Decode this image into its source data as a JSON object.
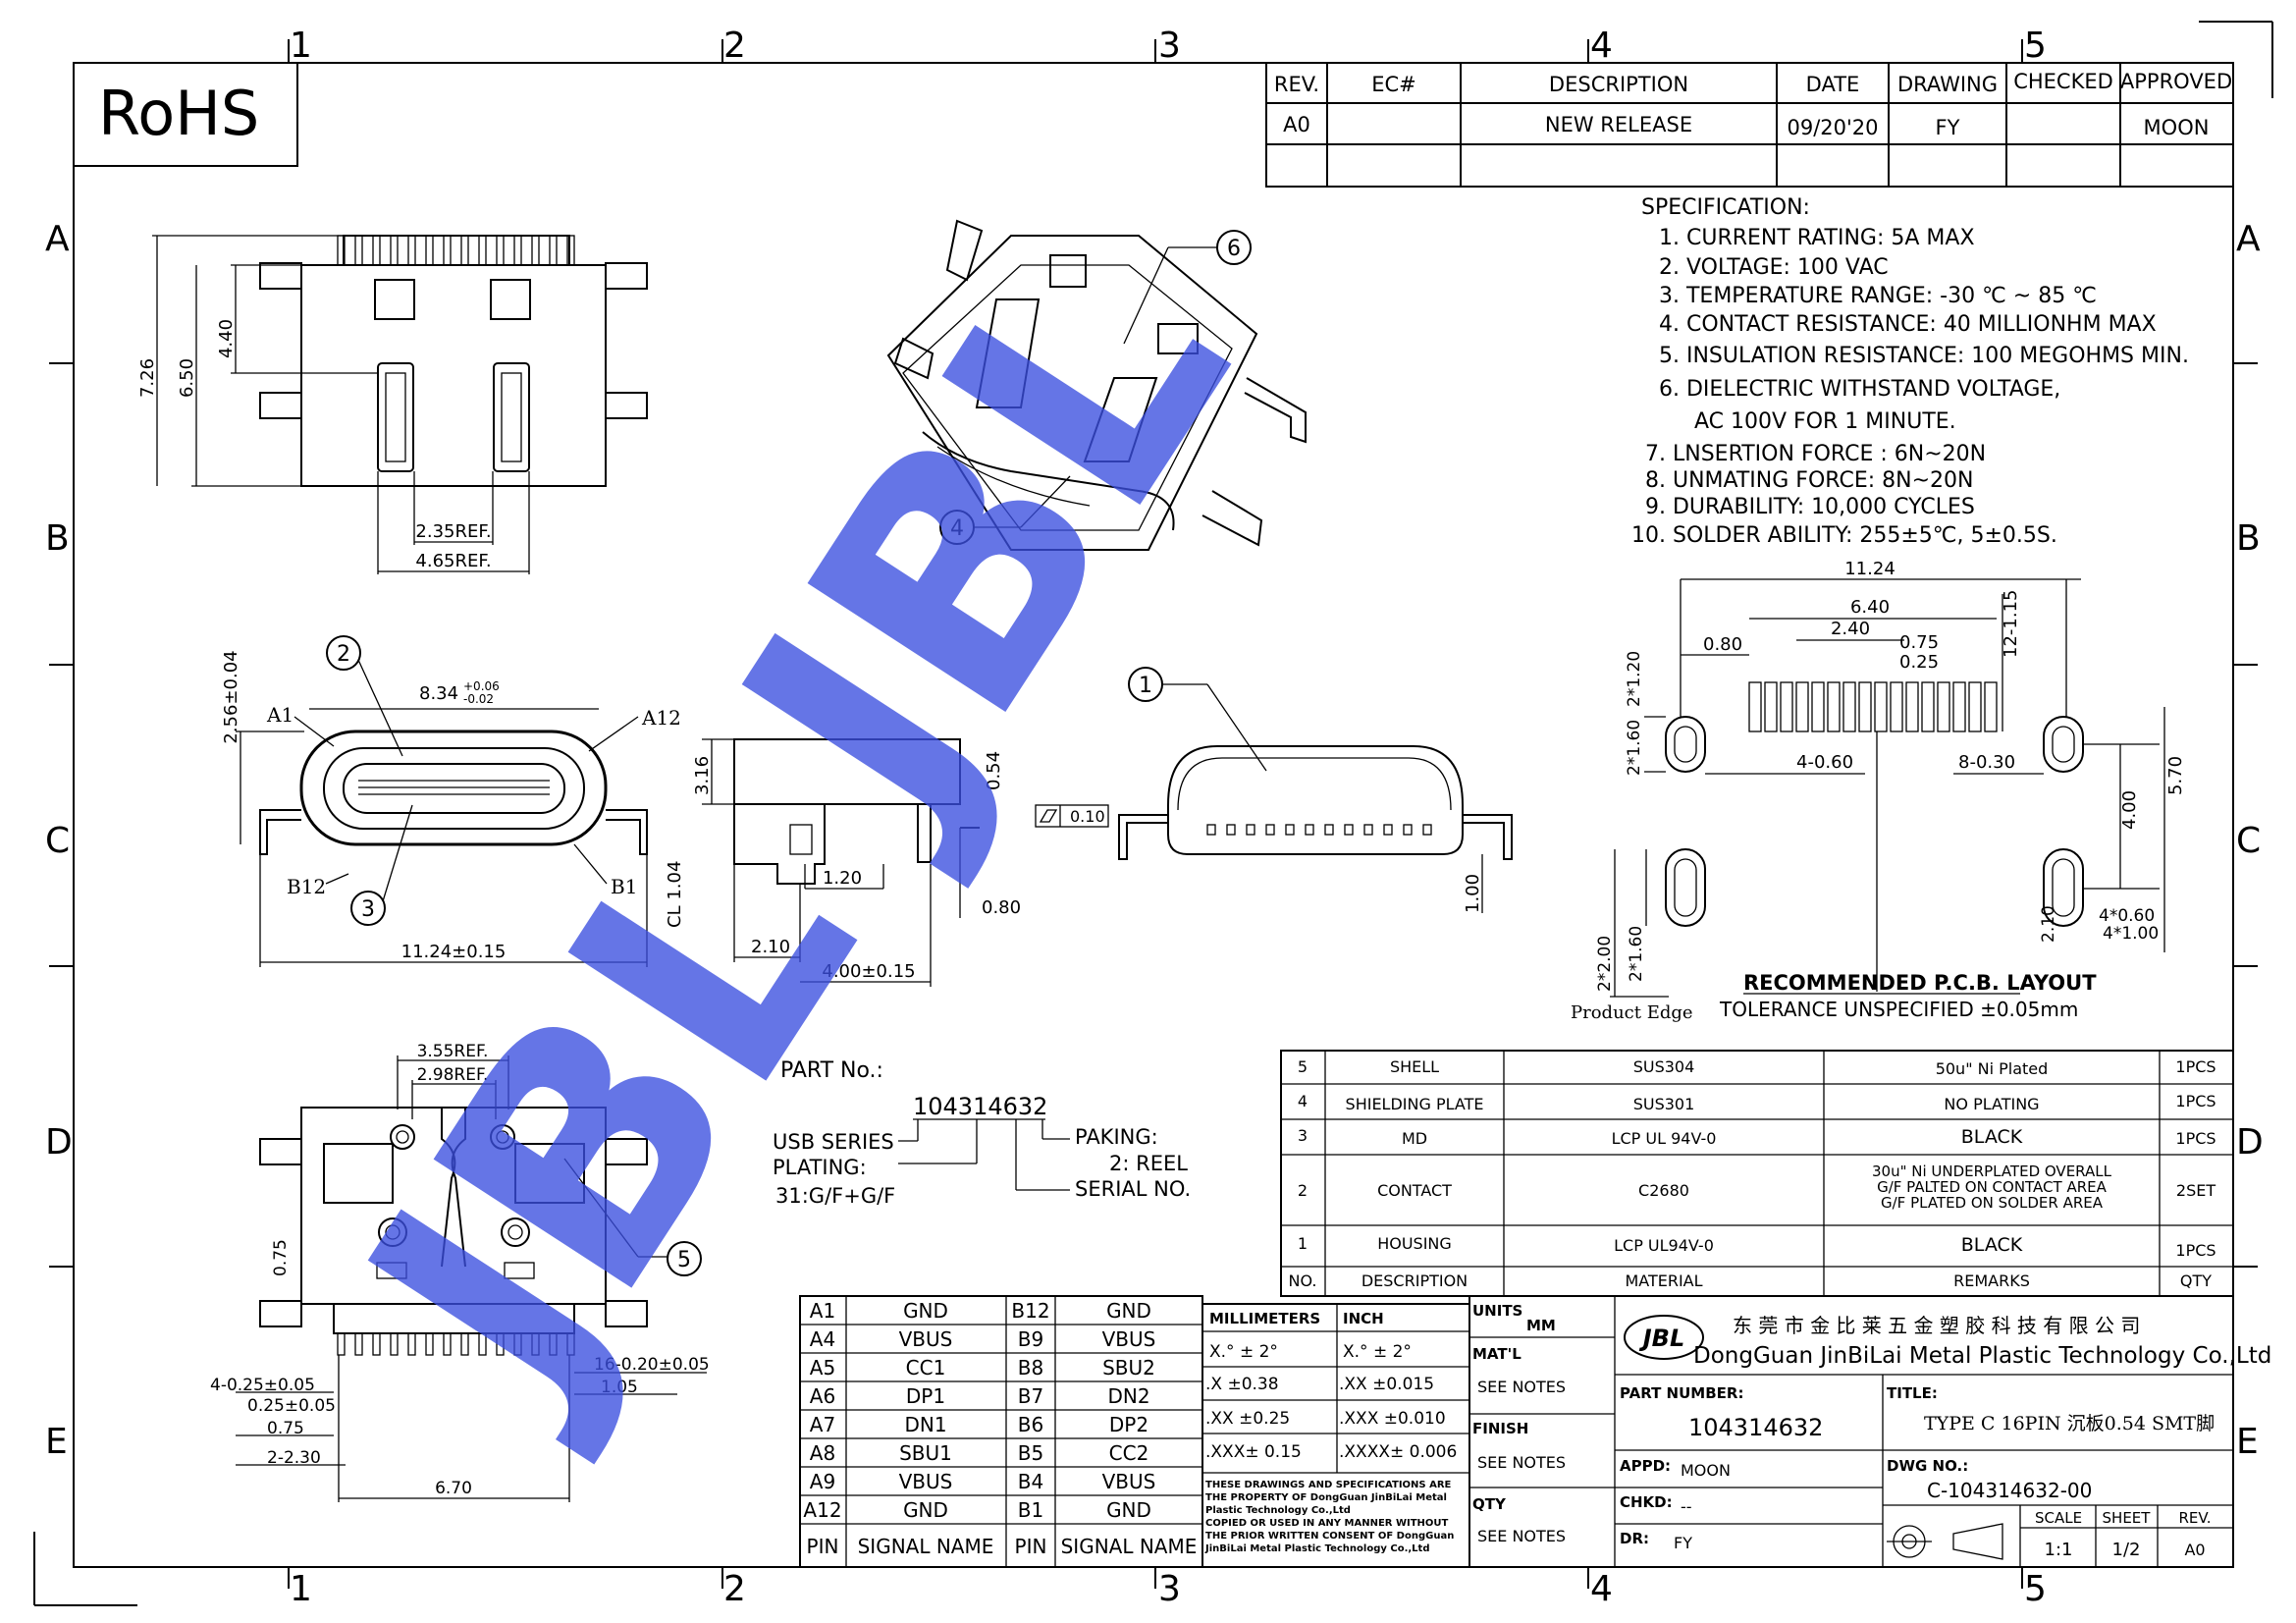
{
  "rohs": "RoHS",
  "grid": {
    "cols": [
      "1",
      "2",
      "3",
      "4",
      "5"
    ],
    "rows": [
      "A",
      "B",
      "C",
      "D",
      "E"
    ]
  },
  "revision": {
    "headers": [
      "REV.",
      "EC#",
      "DESCRIPTION",
      "DATE",
      "DRAWING",
      "CHECKED",
      "APPROVED"
    ],
    "row": [
      "A0",
      "",
      "NEW RELEASE",
      "09/20'20",
      "FY",
      "",
      "MOON"
    ]
  },
  "specification": {
    "title": "SPECIFICATION:",
    "items": [
      "1. CURRENT RATING: 5A MAX",
      "2. VOLTAGE: 100 VAC",
      "3. TEMPERATURE RANGE: -30 ℃ ~ 85 ℃",
      "4. CONTACT RESISTANCE: 40 MILLIONHM MAX",
      "5. INSULATION RESISTANCE: 100 MEGOHMS MIN.",
      "6. DIELECTRIC WITHSTAND VOLTAGE,",
      "AC 100V FOR 1 MINUTE.",
      "7. LNSERTION FORCE : 6N~20N",
      "8. UNMATING FORCE: 8N~20N",
      "9. DURABILITY:   10,000 CYCLES",
      "10. SOLDER ABILITY: 255±5℃, 5±0.5S."
    ]
  },
  "dims": {
    "top_view": [
      "7.26",
      "6.50",
      "4.40",
      "2.35REF.",
      "4.65REF."
    ],
    "front_view": [
      "8.34",
      "+0.06",
      "-0.02",
      "2.56±0.04",
      "A1",
      "A12",
      "B12",
      "B1",
      "11.24±0.15"
    ],
    "side_view": [
      "3.16",
      "0.54",
      "1.20",
      "0.80",
      "2.10",
      "4.00±0.15",
      "CL 1.04",
      "0.10"
    ],
    "rear_view": [
      "1.00"
    ],
    "bottom_view": [
      "3.55REF.",
      "2.98REF.",
      "0.75",
      "4-0.25±0.05",
      "0.25±0.05",
      "0.75",
      "2-2.30",
      "6.70",
      "16-0.20±0.05",
      "1.05"
    ],
    "pcb": [
      "11.24",
      "6.40",
      "2.40",
      "0.75",
      "0.25",
      "0.80",
      "12-1.15",
      "2*1.20",
      "2*1.60",
      "4-0.60",
      "8-0.30",
      "4.00",
      "5.70",
      "2*2.00",
      "2*1.60",
      "2.10",
      "4*0.60",
      "4*1.00"
    ]
  },
  "pcb_layout": {
    "title": "RECOMMENDED  P.C.B. LAYOUT",
    "tolerance": "TOLERANCE UNSPECIFIED ±0.05mm",
    "product_edge": "Product Edge"
  },
  "callouts": [
    "1",
    "2",
    "3",
    "4",
    "5",
    "6"
  ],
  "part_number": {
    "label": "PART No.:",
    "value": "104314632",
    "usb_series": "USB SERIES",
    "plating": "PLATING:",
    "plating_val": "31:G/F+G/F",
    "paking": "PAKING:",
    "paking_val": "2: REEL",
    "serial": "SERIAL NO."
  },
  "pin_table": {
    "rows": [
      [
        "A1",
        "GND",
        "B12",
        "GND"
      ],
      [
        "A4",
        "VBUS",
        "B9",
        "VBUS"
      ],
      [
        "A5",
        "CC1",
        "B8",
        "SBU2"
      ],
      [
        "A6",
        "DP1",
        "B7",
        "DN2"
      ],
      [
        "A7",
        "DN1",
        "B6",
        "DP2"
      ],
      [
        "A8",
        "SBU1",
        "B5",
        "CC2"
      ],
      [
        "A9",
        "VBUS",
        "B4",
        "VBUS"
      ],
      [
        "A12",
        "GND",
        "B1",
        "GND"
      ]
    ],
    "footer": [
      "PIN",
      "SIGNAL NAME",
      "PIN",
      "SIGNAL NAME"
    ]
  },
  "bom": {
    "rows": [
      [
        "5",
        "SHELL",
        "SUS304",
        "50u\" Ni Plated",
        "1PCS"
      ],
      [
        "4",
        "SHIELDING PLATE",
        "SUS301",
        "NO PLATING",
        "1PCS"
      ],
      [
        "3",
        "MD",
        "LCP UL 94V-0",
        "BLACK",
        "1PCS"
      ],
      [
        "2",
        "CONTACT",
        "C2680",
        "30u\" Ni UNDERPLATED OVERALL|G/F PALTED ON CONTACT AREA|G/F PLATED ON SOLDER AREA",
        "2SET"
      ],
      [
        "1",
        "HOUSING",
        "LCP UL94V-0",
        "BLACK",
        "1PCS"
      ]
    ],
    "header": [
      "NO.",
      "DESCRIPTION",
      "MATERIAL",
      "REMARKS",
      "QTY"
    ]
  },
  "tolerance": {
    "headers": [
      "MILLIMETERS",
      "INCH"
    ],
    "rows": [
      [
        "X.° ± 2°",
        "X.° ± 2°"
      ],
      [
        ".X  ±0.38",
        ".XX  ±0.015"
      ],
      [
        ".XX ±0.25",
        ".XXX ±0.010"
      ],
      [
        ".XXX± 0.15",
        ".XXXX± 0.006"
      ]
    ],
    "notice": [
      "THESE DRAWINGS AND SPECIFICATIONS ARE",
      "THE PROPERTY OF DongGuan JinBiLai Metal",
      "Plastic Technology Co.,Ltd",
      "COPIED OR USED IN ANY MANNER WITHOUT",
      "THE PRIOR WRITTEN CONSENT OF DongGuan",
      "JinBiLai Metal Plastic Technology Co.,Ltd"
    ]
  },
  "title_block": {
    "units_label": "UNITS",
    "units": "MM",
    "matl_label": "MAT'L",
    "matl": "SEE NOTES",
    "finish_label": "FINISH",
    "finish": "SEE NOTES",
    "qty_label": "QTY",
    "qty": "SEE NOTES",
    "logo_text": "JBL",
    "company_cn": "东 莞 市 金 比 莱 五 金 塑 胶 科 技 有 限 公 司",
    "company_en": "DongGuan JinBiLai Metal Plastic Technology Co.,Ltd",
    "part_number_label": "PART NUMBER:",
    "part_number": "104314632",
    "title_label": "TITLE:",
    "title": "TYPE C 16PIN 沉板0.54 SMT脚",
    "appd_label": "APPD:",
    "appd": "MOON",
    "dwg_label": "DWG NO.:",
    "dwg": "C-104314632-00",
    "chkd_label": "CHKD:",
    "chkd": "--",
    "dr_label": "DR:",
    "dr": "FY",
    "scale_label": "SCALE",
    "scale": "1:1",
    "sheet_label": "SHEET",
    "sheet": "1/2",
    "rev_label": "REV.",
    "rev": "A0"
  },
  "watermark": "JBL JBL",
  "colors": {
    "watermark": "#3b4fe0",
    "line": "#000000"
  }
}
